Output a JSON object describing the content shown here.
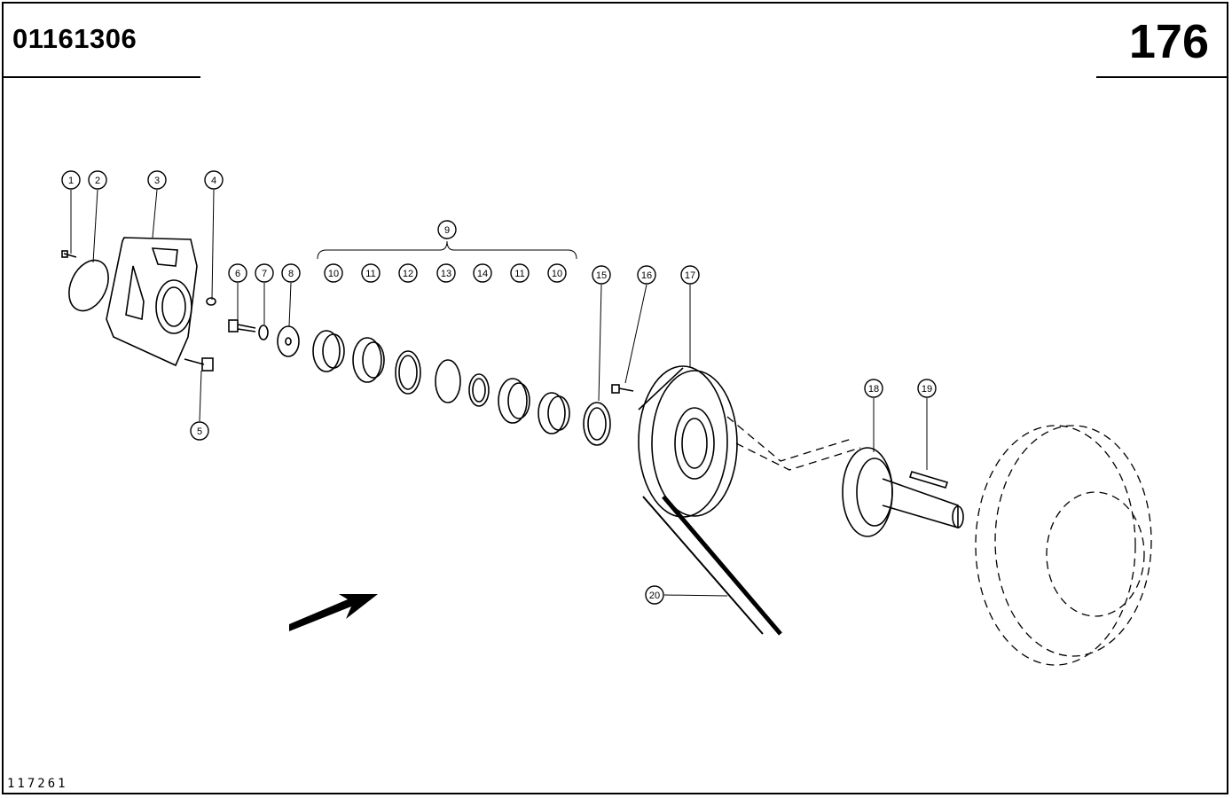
{
  "header": {
    "doc_code": "01161306",
    "page_number": "176"
  },
  "footer": {
    "figure_code": "117261"
  },
  "callouts": [
    {
      "num": "1"
    },
    {
      "num": "2"
    },
    {
      "num": "3"
    },
    {
      "num": "4"
    },
    {
      "num": "5"
    },
    {
      "num": "6"
    },
    {
      "num": "7"
    },
    {
      "num": "8"
    },
    {
      "num": "9"
    },
    {
      "num": "10"
    },
    {
      "num": "11"
    },
    {
      "num": "12"
    },
    {
      "num": "13"
    },
    {
      "num": "14"
    },
    {
      "num": "11"
    },
    {
      "num": "10"
    },
    {
      "num": "15"
    },
    {
      "num": "16"
    },
    {
      "num": "17"
    },
    {
      "num": "18"
    },
    {
      "num": "19"
    },
    {
      "num": "20"
    }
  ]
}
